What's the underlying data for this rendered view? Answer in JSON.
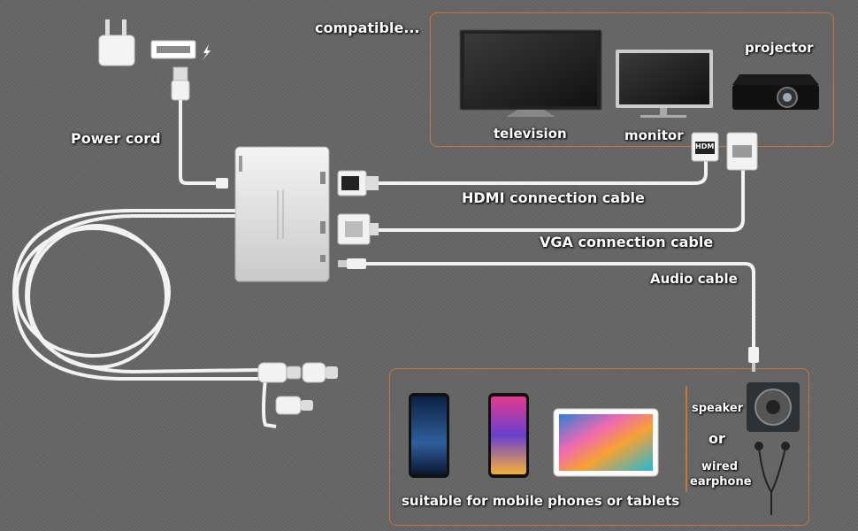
{
  "compatible_heading": "compatible...",
  "devices": {
    "television": "television",
    "monitor": "monitor",
    "projector": "projector"
  },
  "cables": {
    "power": "Power cord",
    "hdmi": "HDMI connection cable",
    "vga": "VGA connection cable",
    "audio": "Audio cable"
  },
  "connector_text": {
    "hdmi_port": "HDMI"
  },
  "audio_outputs": {
    "speaker": "speaker",
    "or": "or",
    "wired_earphone_line1": "wired",
    "wired_earphone_line2": "earphone"
  },
  "mobile_caption": "suitable for mobile phones or tablets",
  "colors": {
    "background": "#666666",
    "frame_border": "#c8753a",
    "cable": "#f2f2f2",
    "label_text": "#ffffff"
  }
}
